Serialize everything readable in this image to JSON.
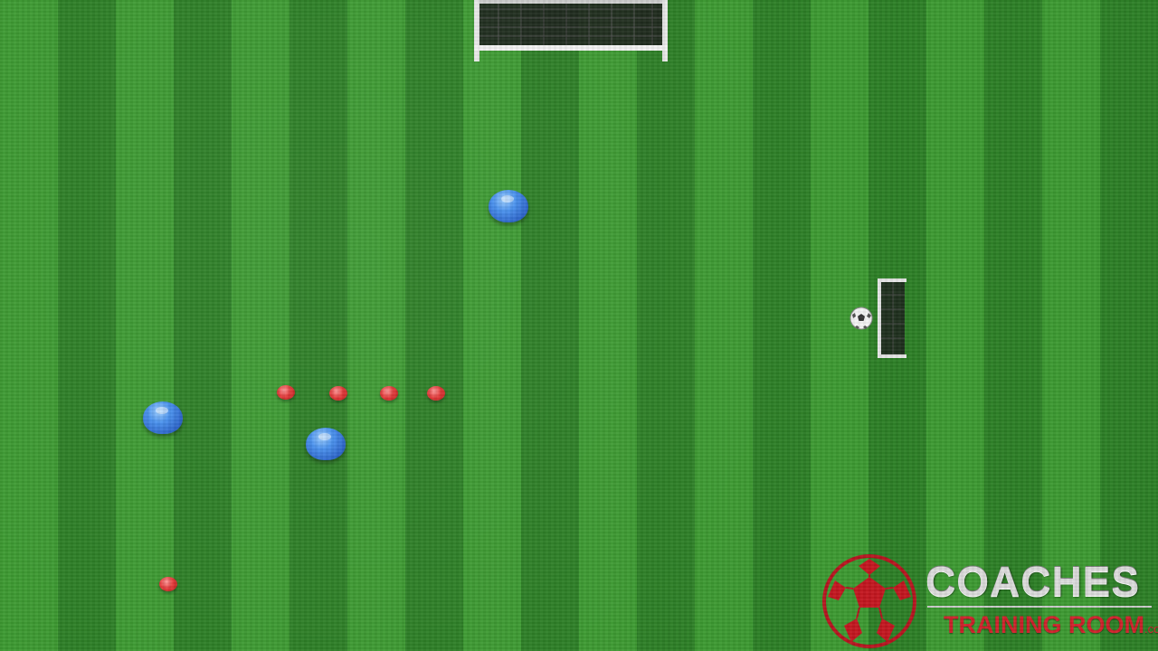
{
  "scene": {
    "type": "training-drill-diagram",
    "colors": {
      "pitch_light": "#3c9a31",
      "pitch_dark": "#2c7f25",
      "cone_blue": "#3a7be0",
      "cone_red": "#e03a3a",
      "logo_red": "#d0202a",
      "logo_silver": "#dcdcdc"
    },
    "items": {
      "large_goal": "large-goal-icon",
      "small_goal": "small-goal-icon",
      "ball": "soccer-ball-icon",
      "blue_cone_count": 3,
      "red_cone_count": 5
    }
  },
  "logo": {
    "title": "COACHES",
    "subtitle": "TRAINING ROOM",
    "suffix": ".com"
  }
}
